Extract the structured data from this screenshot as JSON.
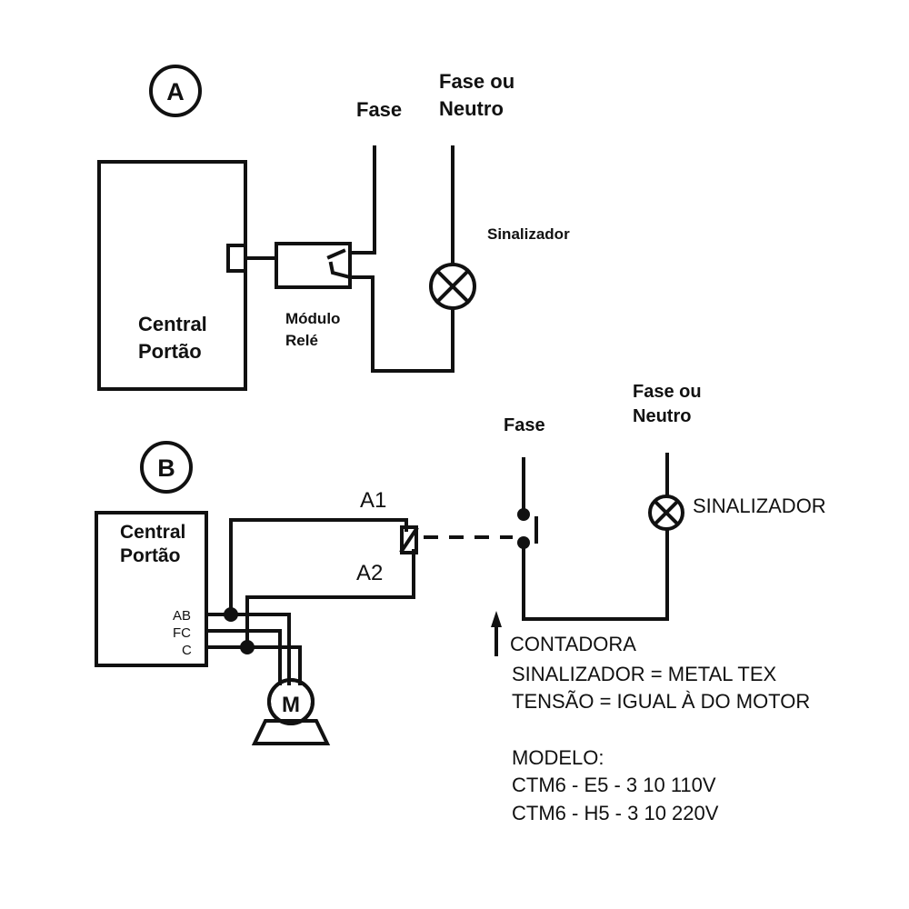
{
  "section_a": {
    "marker": "A",
    "central_label": [
      "Central",
      "Portão"
    ],
    "relay_label": [
      "Módulo",
      "Relé"
    ],
    "fase_label": "Fase",
    "fase_neutro_label": [
      "Fase ou",
      "Neutro"
    ],
    "lamp_label": "Sinalizador"
  },
  "section_b": {
    "marker": "B",
    "central_label": [
      "Central",
      "Portão"
    ],
    "terminals": [
      "AB",
      "FC",
      "C"
    ],
    "motor_label": "M",
    "coil_top_label": "A1",
    "coil_bottom_label": "A2",
    "fase_label": "Fase",
    "fase_neutro_label": [
      "Fase ou",
      "Neutro"
    ],
    "lamp_label": "SINALIZADOR",
    "notes": [
      "CONTADORA",
      "SINALIZADOR = METAL TEX",
      "TENSÃO = IGUAL À DO MOTOR",
      "",
      "MODELO:",
      "CTM6 - E5 - 3 10 110V",
      "CTM6 - H5 - 3 10 220V"
    ]
  },
  "colors": {
    "ink": "#111111",
    "background": "#ffffff"
  }
}
